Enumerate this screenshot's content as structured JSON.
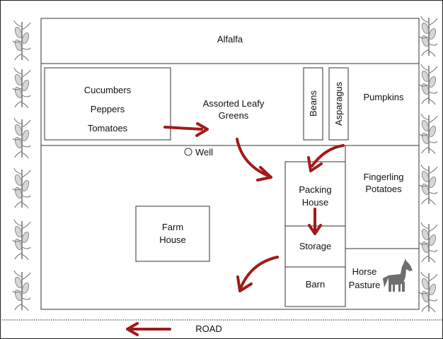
{
  "plots": {
    "alfalfa": "Alfalfa",
    "veg_line1": "Cucumbers",
    "veg_line2": "Peppers",
    "veg_line3": "Tomatoes",
    "greens_line1": "Assorted Leafy",
    "greens_line2": "Greens",
    "beans": "Beans",
    "asparagus": "Asparagus",
    "pumpkins": "Pumpkins",
    "potatoes_line1": "Fingerling",
    "potatoes_line2": "Potatoes",
    "horse_line1": "Horse",
    "horse_line2": "Pasture"
  },
  "buildings": {
    "well": "Well",
    "farm_line1": "Farm",
    "farm_line2": "House",
    "packing_line1": "Packing",
    "packing_line2": "House",
    "storage": "Storage",
    "barn": "Barn"
  },
  "road": "ROAD",
  "colors": {
    "arrow": "#a11a1a",
    "outline": "#333333",
    "horse": "#6e6e6e",
    "corn": "#8f8f8f"
  },
  "icons": {
    "crop_border": "corn-stalk-icon",
    "pasture": "horse-icon",
    "well": "well-circle-icon"
  }
}
